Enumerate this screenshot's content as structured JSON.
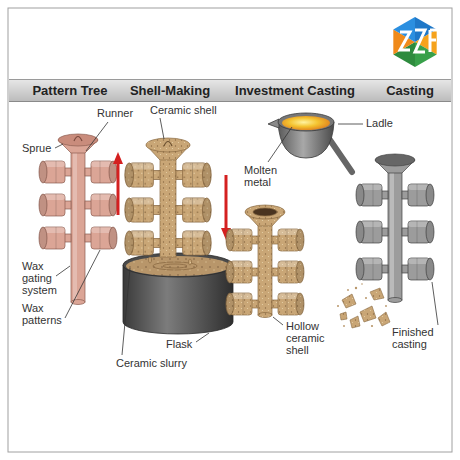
{
  "diagram": {
    "nodes": [
      {
        "text": [
          "Pattern Tree",
          "Shell-Making",
          "Investment Casting",
          "Casting"
        ]
      }
    ],
    "labels": [
      "Runner",
      "Sprue",
      "Wax gating system",
      "Wax patterns",
      "Ceramic shell",
      "Flask",
      "Ceramic slurry",
      "Ladle",
      "Molten metal",
      "Hollow ceramic shell",
      "Finished casting"
    ]
  }
}
